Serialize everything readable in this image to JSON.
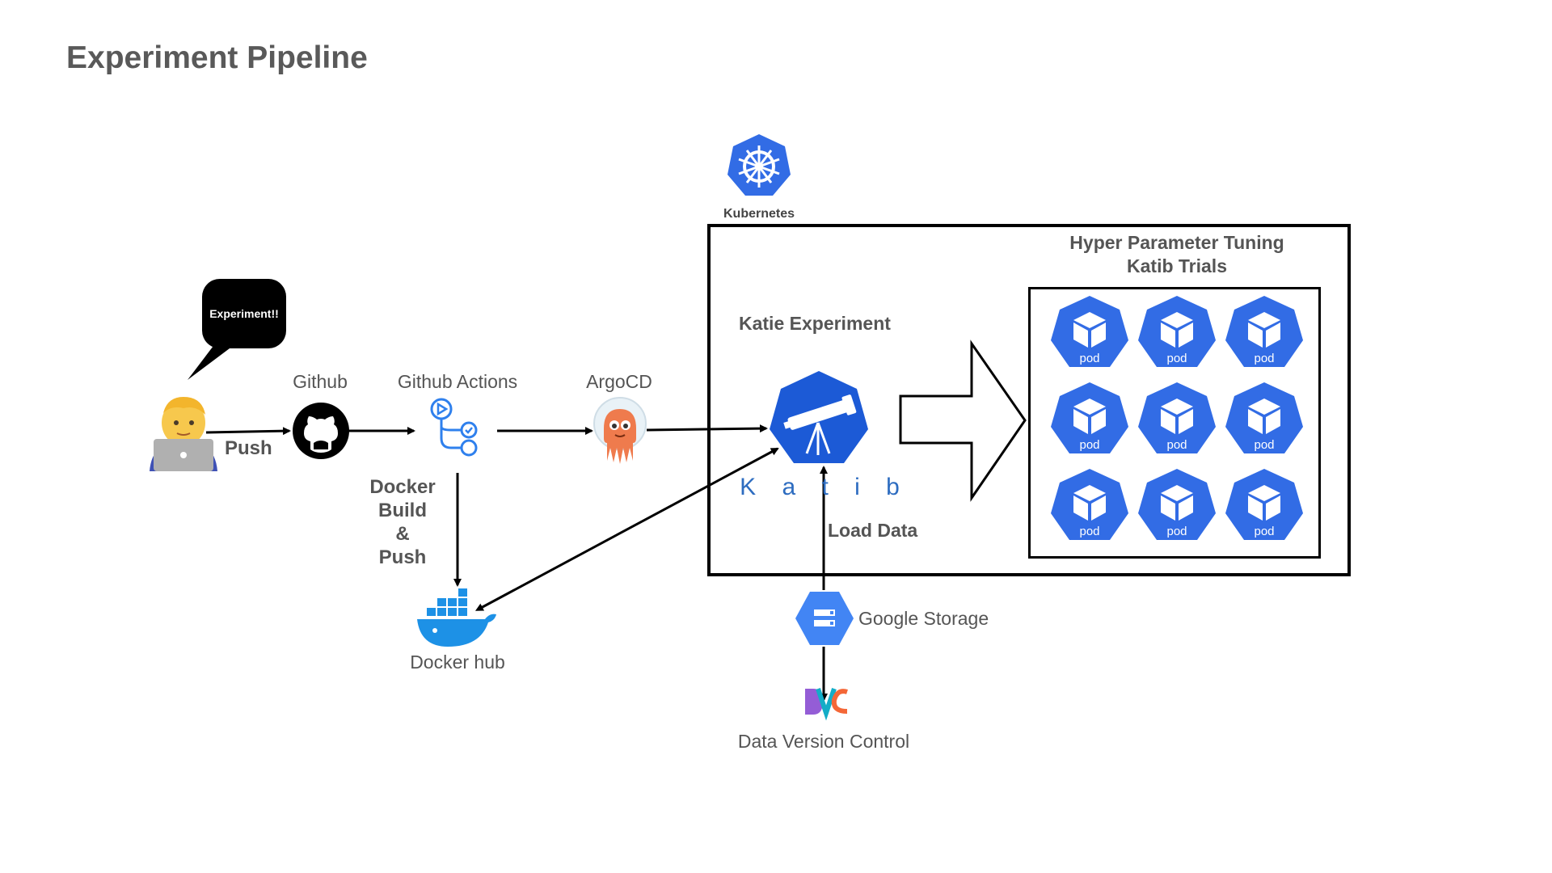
{
  "title": "Experiment Pipeline",
  "bubble": {
    "text": "Experiment!!"
  },
  "nodes": {
    "github": "Github",
    "github_actions": "Github Actions",
    "argocd": "ArgoCD",
    "kubernetes": "Kubernetes",
    "katib_word": "K a t i b",
    "docker_hub": "Docker hub",
    "google_storage": "Google Storage",
    "dvc": "Data Version Control"
  },
  "edges": {
    "push": "Push",
    "docker_build_lines": [
      "Docker",
      "Build",
      "&",
      "Push"
    ],
    "load_data": "Load Data"
  },
  "kubernetes_box": {
    "katib_experiment": "Katie Experiment",
    "tuning_title_1": "Hyper Parameter Tuning",
    "tuning_title_2": "Katib Trials"
  },
  "pods": [
    "pod",
    "pod",
    "pod",
    "pod",
    "pod",
    "pod",
    "pod",
    "pod",
    "pod"
  ],
  "colors": {
    "k8s_blue": "#326ce5",
    "gcs_blue": "#4285f4",
    "docker_blue": "#1d91e6",
    "argo_orange": "#ef7b4d",
    "dvc_purple": "#945dd6",
    "dvc_orange": "#f46737"
  },
  "icons": [
    "developer-laptop-icon",
    "github-icon",
    "github-actions-icon",
    "argocd-icon",
    "kubernetes-icon",
    "katib-telescope-icon",
    "docker-icon",
    "google-storage-icon",
    "dvc-icon",
    "pod-icon"
  ]
}
